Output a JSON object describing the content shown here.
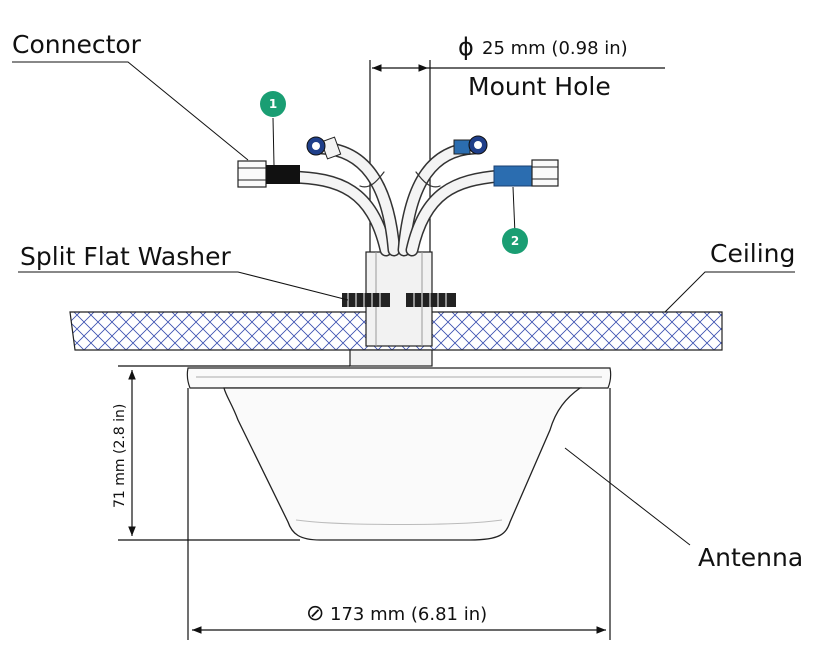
{
  "labels": {
    "connector": "Connector",
    "split_flat_washer": "Split Flat Washer",
    "ceiling": "Ceiling",
    "antenna": "Antenna",
    "mount_hole": "Mount Hole"
  },
  "dimensions": {
    "hole_diameter_symbol": "ϕ",
    "hole_diameter": "25 mm (0.98 in)",
    "height": "71 mm (2.8 in)",
    "base_diameter_symbol": "⊘",
    "base_diameter": "173 mm (6.81 in)"
  },
  "callouts": [
    {
      "number": "1"
    },
    {
      "number": "2"
    }
  ],
  "colors": {
    "callout_green": "#1a9e73",
    "cable_blue": "#2b6db0",
    "ceiling_mesh": "#3a4fb0"
  }
}
